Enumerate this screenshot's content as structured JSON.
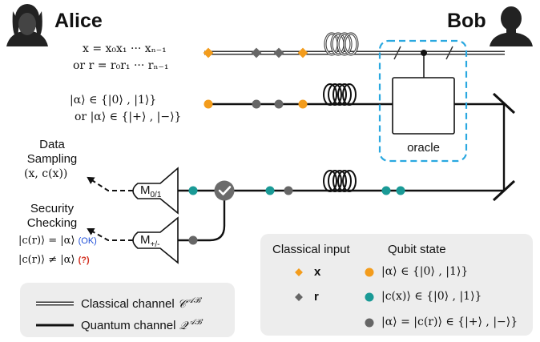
{
  "parties": {
    "alice": "Alice",
    "bob": "Bob"
  },
  "alice_inputs": {
    "classical_line1": "x = x₀x₁ ··· xₙ₋₁",
    "classical_line2": "or  r = r₀r₁ ··· rₙ₋₁",
    "quantum_line1": "|α⟩ ∈ {|0⟩ , |1⟩}",
    "quantum_line2": "or  |α⟩ ∈ {|+⟩ , |−⟩}"
  },
  "oracle_label": "oracle",
  "data_sampling": {
    "line1": "Data",
    "line2": "Sampling",
    "tuple": "(x, c(x))"
  },
  "security_checking": {
    "line1": "Security",
    "line2": "Checking",
    "eq": "|c(r)⟩ = |α⟩",
    "eq_note": "(OK)",
    "neq": "|c(r)⟩ ≠ |α⟩",
    "neq_note": "(?)"
  },
  "measurements": {
    "m01_main": "M",
    "m01_sub": "0/1",
    "mpm_main": "M",
    "mpm_sub": "+/-"
  },
  "legend_channels": {
    "classical": "Classical channel",
    "classical_sym": "𝒞",
    "classical_sup": "𝒜ℬ",
    "quantum": "Quantum channel",
    "quantum_sym": "𝒬",
    "quantum_sup": "𝒜ℬ"
  },
  "legend_states": {
    "head_classical": "Classical input",
    "head_qubit": "Qubit state",
    "x_label": "x",
    "r_label": "r",
    "state1": "|α⟩ ∈ {|0⟩ , |1⟩}",
    "state2": "|c(x)⟩ ∈ {|0⟩ , |1⟩}",
    "state3": "|α⟩ = |c(r)⟩ ∈ {|+⟩ , |−⟩}"
  },
  "colors": {
    "orange": "#f39c1c",
    "teal": "#1a9a96",
    "gray": "#666666",
    "oracle_box": "#2aa8e0",
    "panel_bg": "#ededed"
  }
}
